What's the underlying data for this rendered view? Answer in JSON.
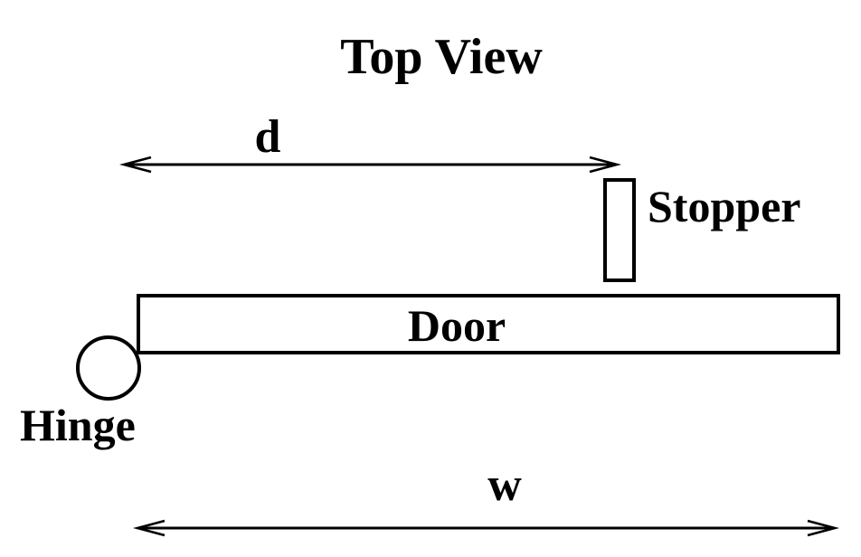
{
  "diagram": {
    "title": "Top View",
    "labels": {
      "d": "d",
      "w": "w",
      "door": "Door",
      "hinge": "Hinge",
      "stopper": "Stopper"
    }
  },
  "colors": {
    "ink": "#000000",
    "background": "#ffffff"
  }
}
